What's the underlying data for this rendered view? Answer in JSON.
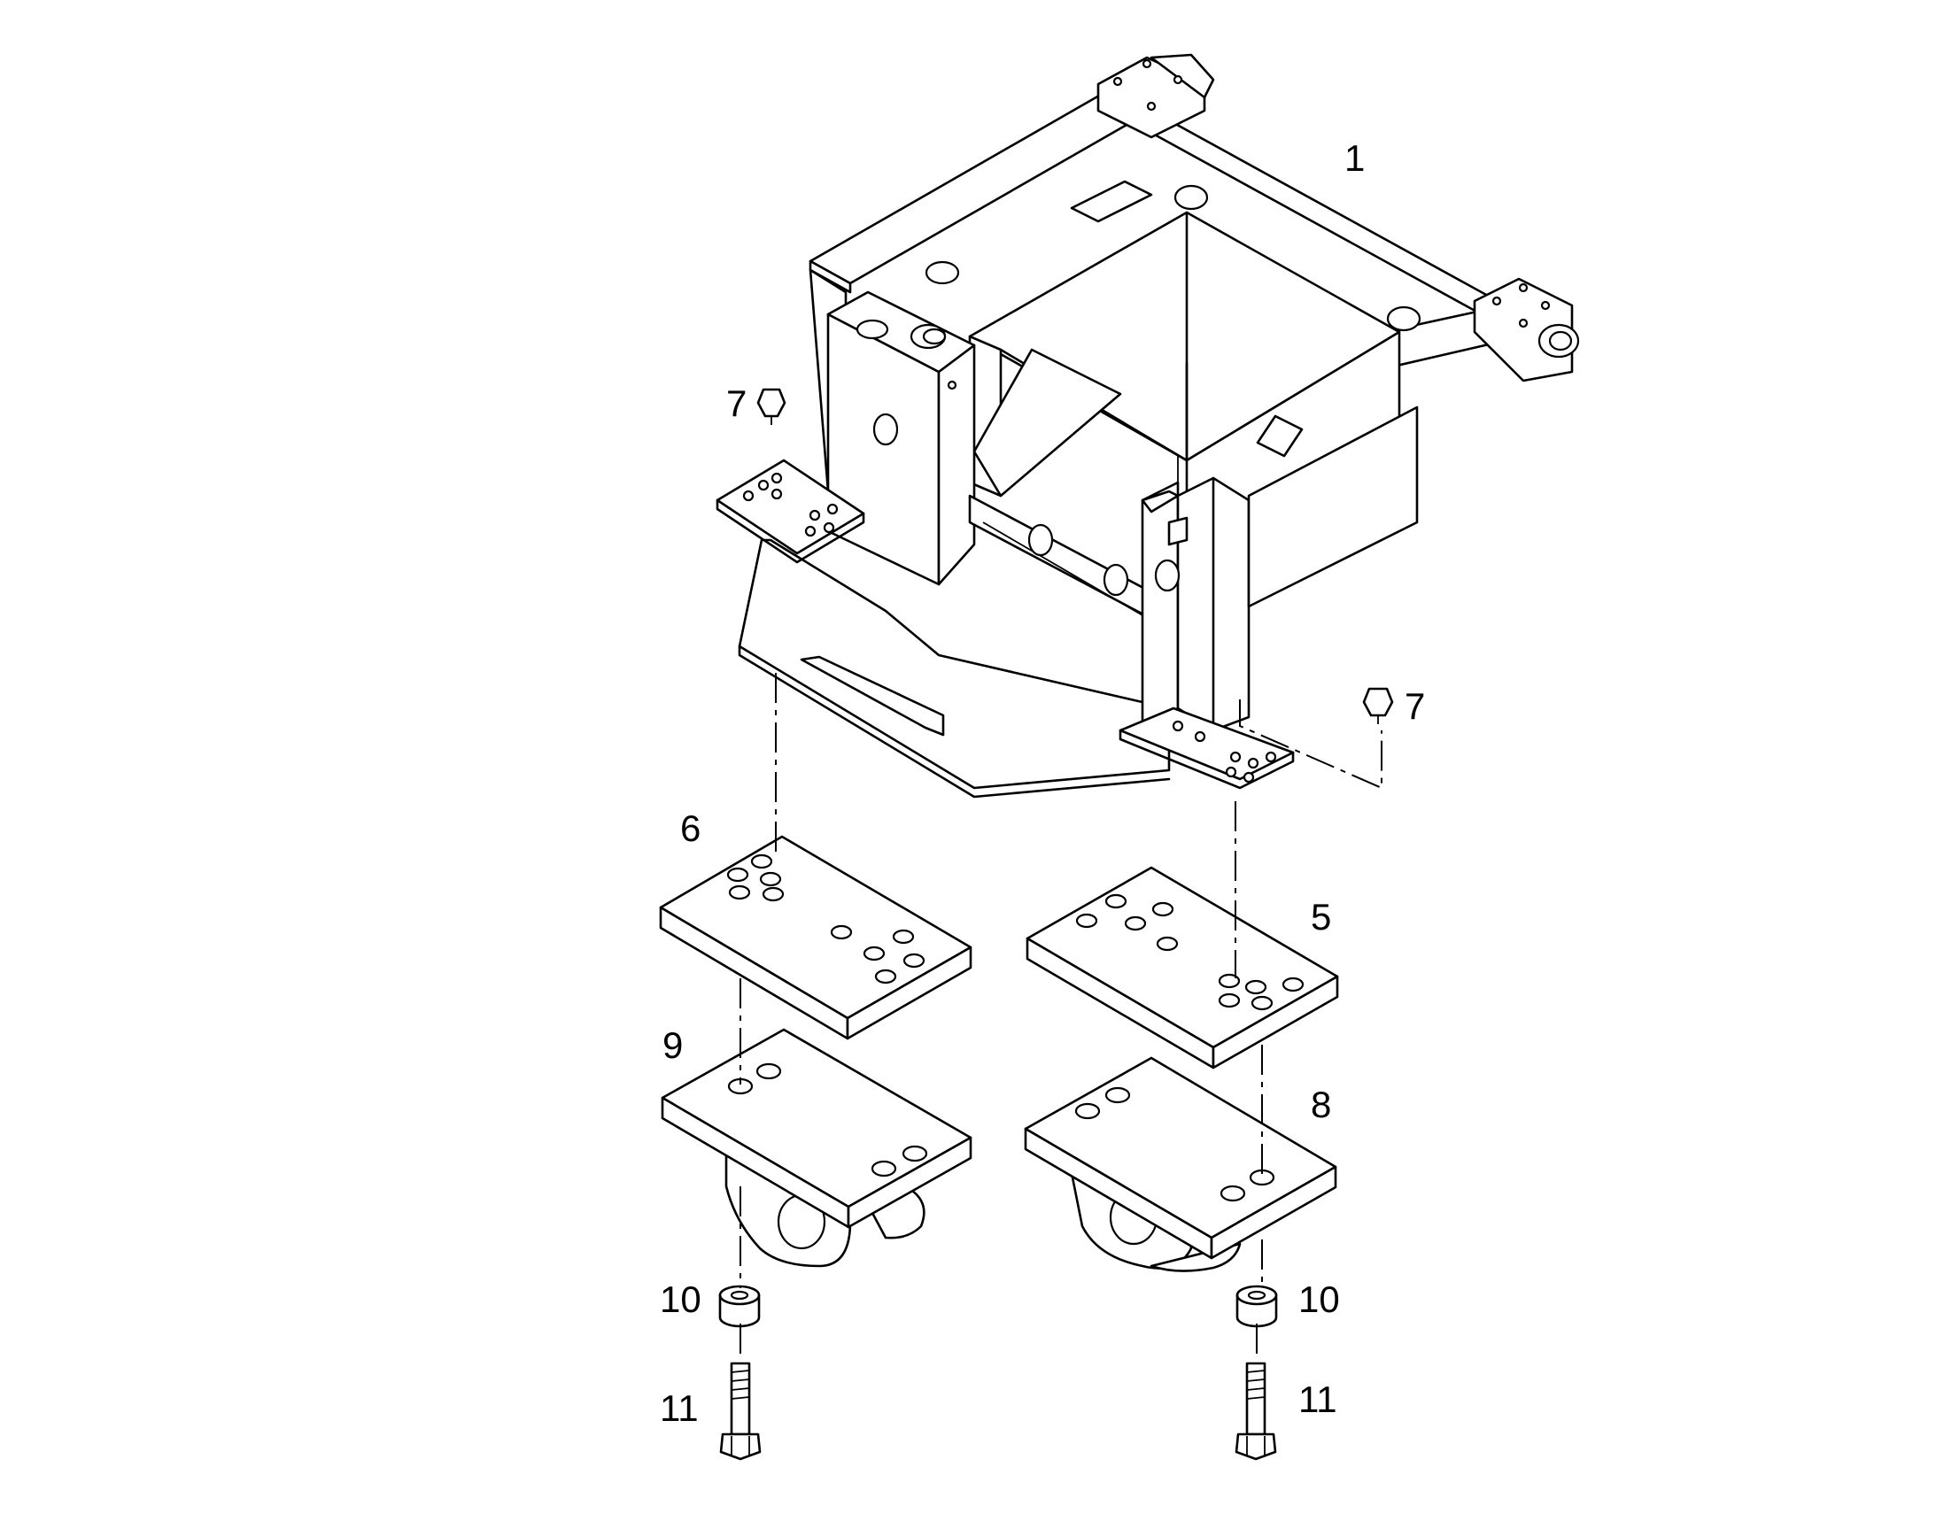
{
  "diagram": {
    "type": "exploded-parts-drawing",
    "callouts": [
      {
        "id": "c1",
        "label": "1"
      },
      {
        "id": "c7a",
        "label": "7"
      },
      {
        "id": "c7b",
        "label": "7"
      },
      {
        "id": "c6",
        "label": "6"
      },
      {
        "id": "c5",
        "label": "5"
      },
      {
        "id": "c9",
        "label": "9"
      },
      {
        "id": "c8",
        "label": "8"
      },
      {
        "id": "c10a",
        "label": "10"
      },
      {
        "id": "c10b",
        "label": "10"
      },
      {
        "id": "c11a",
        "label": "11"
      },
      {
        "id": "c11b",
        "label": "11"
      }
    ]
  }
}
